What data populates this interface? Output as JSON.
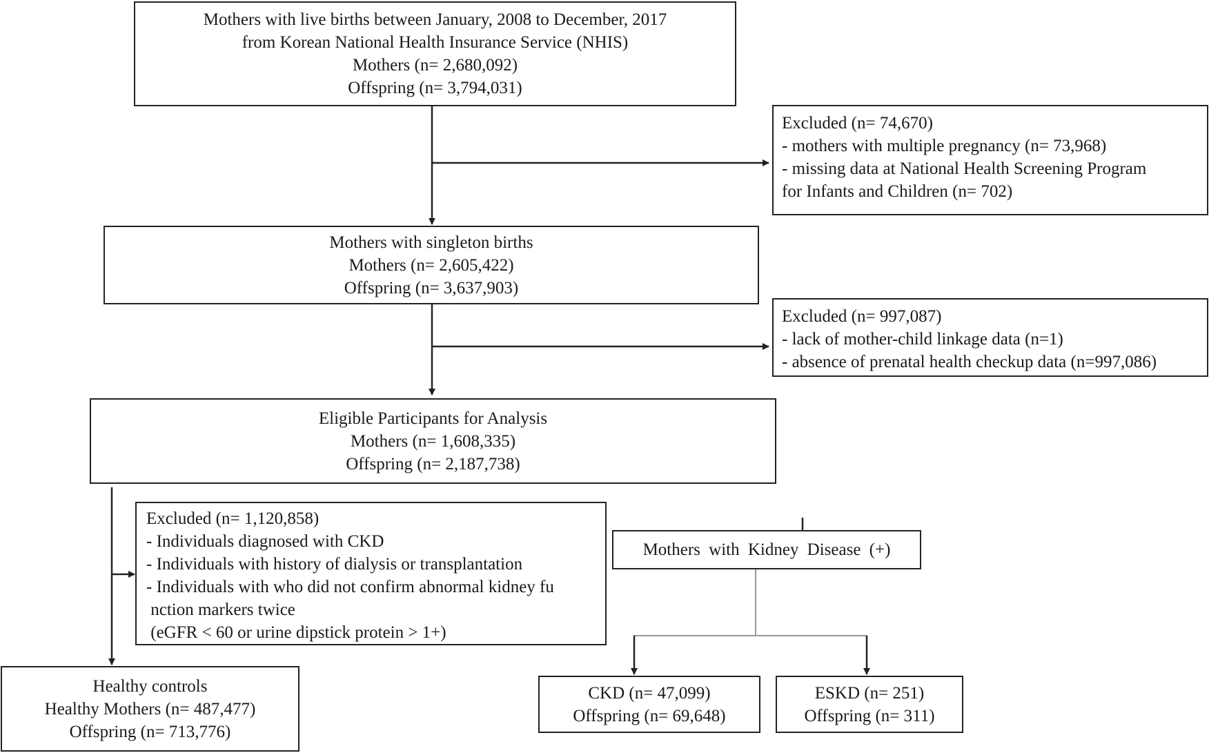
{
  "source": {
    "lines": [
      "Mothers with live births between January, 2008 to December, 2017",
      "from Korean National Health Insurance Service (NHIS)",
      "Mothers (n= 2,680,092)",
      "Offspring (n= 3,794,031)"
    ]
  },
  "exclusion1": {
    "lines": [
      "Excluded (n= 74,670)",
      "- mothers with multiple pregnancy (n= 73,968)",
      "- missing data at National Health Screening Program",
      "for Infants and Children (n= 702)"
    ]
  },
  "singleton": {
    "lines": [
      "Mothers with singleton births",
      "Mothers (n= 2,605,422)",
      "Offspring (n= 3,637,903)"
    ]
  },
  "exclusion2": {
    "lines": [
      "Excluded (n= 997,087)",
      "- lack of mother-child linkage data (n=1)",
      "- absence of prenatal health checkup data (n=997,086)"
    ]
  },
  "eligible": {
    "lines": [
      "Eligible Participants for Analysis",
      "Mothers (n= 1,608,335)",
      "Offspring (n= 2,187,738)"
    ]
  },
  "exclusion3": {
    "lines": [
      "Excluded (n= 1,120,858)",
      "- Individuals diagnosed with CKD",
      "- Individuals with history of dialysis or transplantation",
      "- Individuals with who did not confirm abnormal kidney fu",
      " nction markers twice",
      " (eGFR < 60 or urine dipstick protein > 1+)"
    ]
  },
  "kidney": {
    "label": "Mothers with Kidney Disease (+)"
  },
  "controls": {
    "lines": [
      "Healthy controls",
      "Healthy Mothers (n= 487,477)",
      "Offspring (n= 713,776)"
    ]
  },
  "ckd": {
    "lines": [
      "CKD (n= 47,099)",
      "Offspring (n= 69,648)"
    ]
  },
  "eskd": {
    "lines": [
      "ESKD (n= 251)",
      "Offspring (n= 311)"
    ]
  }
}
